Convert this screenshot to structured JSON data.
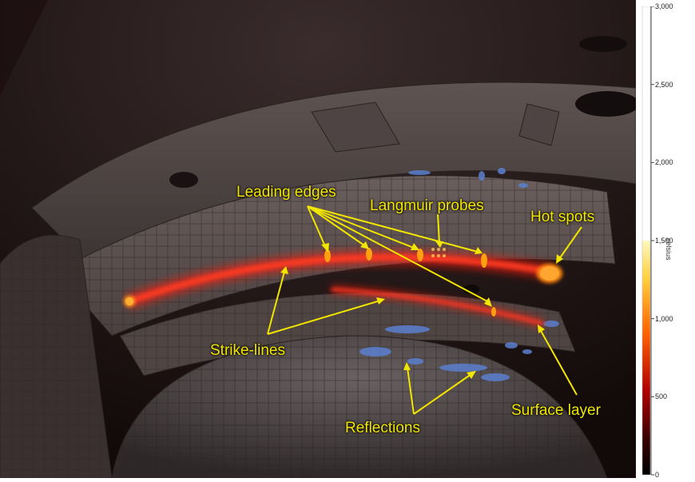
{
  "annotations": {
    "leading_edges": "Leading edges",
    "langmuir_probes": "Langmuir probes",
    "hot_spots": "Hot spots",
    "strike_lines": "Strike-lines",
    "reflections": "Reflections",
    "surface_layer": "Surface layer"
  },
  "colorbar": {
    "unit": "celsius",
    "min": 0,
    "max": 3000,
    "ticks": [
      {
        "value": 0,
        "label": "0"
      },
      {
        "value": 500,
        "label": "500"
      },
      {
        "value": 1000,
        "label": "1,000"
      },
      {
        "value": 1500,
        "label": "1,500"
      },
      {
        "value": 2000,
        "label": "2,000"
      },
      {
        "value": 2500,
        "label": "2,500"
      },
      {
        "value": 3000,
        "label": "3,000"
      }
    ],
    "colored_range": [
      0,
      1500
    ]
  },
  "colors": {
    "annotation": "#f2e600",
    "strike_line": "#ff2a1a",
    "hot_spot": "#ff9a1a",
    "reflection": "#5b7fcf",
    "background": "#2a2222"
  }
}
